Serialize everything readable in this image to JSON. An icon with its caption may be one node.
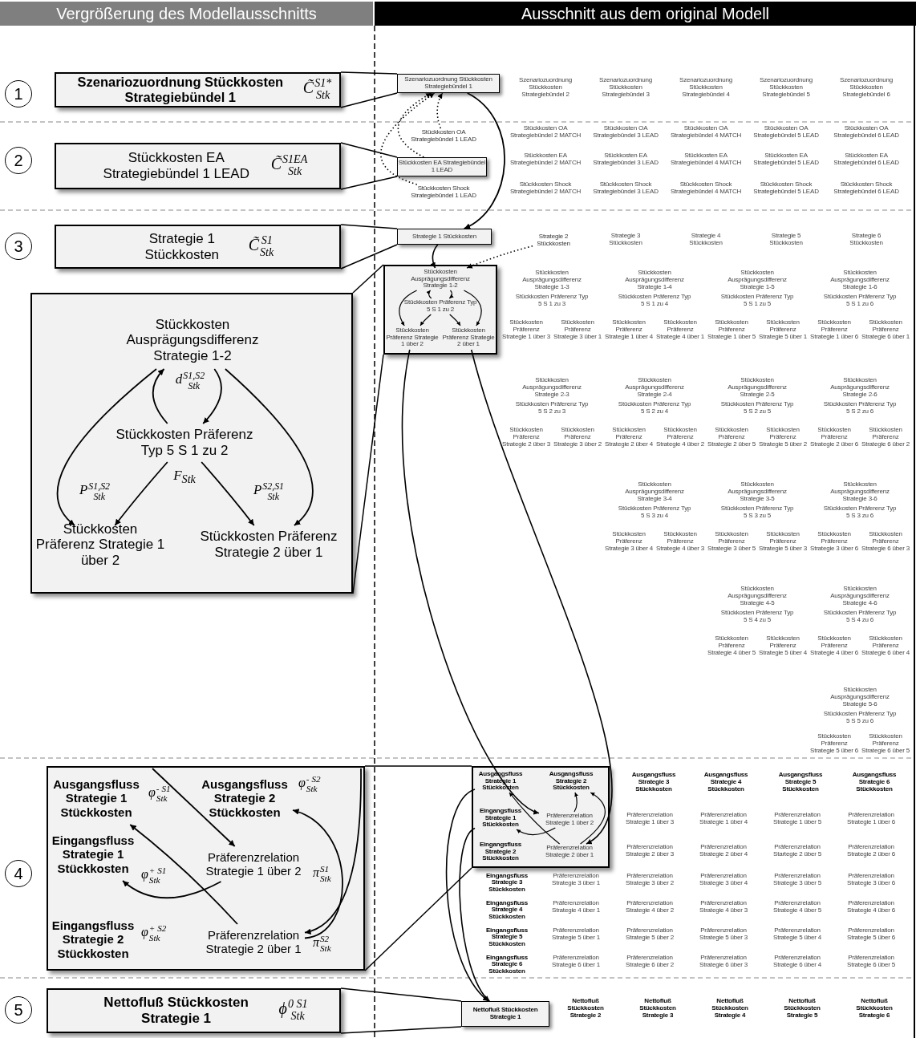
{
  "diagram": {
    "nodes": [
      {
        "text": [
          "1"
        ]
      },
      {
        "text": [
          "Szenariozuordnung Stückkosten Strategiebündel 1",
          "C̃$^{S1*}$$_{Stk}$"
        ]
      },
      {
        "text": [
          "Szenariozuordnung Stückkosten Strategiebündel 1"
        ]
      },
      {
        "text": [
          "2"
        ]
      },
      {
        "text": [
          "Stückkosten EA Strategiebündel 1 LEAD",
          "C̃$^{S1EA}$$_{Stk}$"
        ]
      },
      {
        "text": [
          "Stückkosten OA Strategiebündel 1 LEAD"
        ]
      },
      {
        "text": [
          "Stückkosten EA Strategiebündel 1 LEAD"
        ]
      },
      {
        "text": [
          "Stückkosten Shock Strategiebündel 1 LEAD"
        ]
      },
      {
        "text": [
          "3"
        ]
      },
      {
        "text": [
          "Strategie 1 Stückkosten",
          "C̃$^{S1}$$_{Stk}$"
        ]
      },
      {
        "text": [
          "Strategie 1 Stückkosten"
        ]
      },
      {
        "text": [
          "Strategie 2 Stückkosten"
        ]
      },
      {
        "text": [],
        "shape": "box"
      },
      {
        "text": [
          "Stückkosten Ausprägungsdifferenz Strategie 1-2"
        ],
        "in": 12
      },
      {
        "text": [
          "Stückkosten Präferenz Typ 5 S 1 zu 2"
        ],
        "in": 12
      },
      {
        "text": [
          "Stückkosten Präferenz Strategie 1 über 2"
        ],
        "in": 12
      },
      {
        "text": [
          "Stückkosten Präferenz Strategie 2 über 1"
        ],
        "in": 12
      },
      {
        "text": [],
        "shape": "box"
      },
      {
        "text": [
          "Stückkosten Ausprägungsdifferenz Strategie 1-2"
        ],
        "in": 17
      },
      {
        "text": [
          "Stückkosten Präferenz Typ 5 S 1 zu 2"
        ],
        "in": 17
      },
      {
        "text": [
          "Stückkosten Präferenz Strategie 1 über 2"
        ],
        "in": 17
      },
      {
        "text": [
          "Stückkosten Präferenz Strategie 2 über 1"
        ],
        "in": 17
      },
      {
        "text": [
          "4"
        ]
      },
      {
        "text": [],
        "shape": "box"
      },
      {
        "text": [
          "Ausgangsfluss Strategie 1 Stückkosten"
        ],
        "in": 23,
        "beside": [
          "φ$^{- S1}$$_{Stk}$"
        ]
      },
      {
        "text": [
          "Ausgangsfluss Strategie 2 Stückkosten"
        ],
        "in": 23,
        "beside": [
          "φ$^{- S2}$$_{Stk}$"
        ]
      },
      {
        "text": [
          "Eingangsfluss Strategie 1 Stückkosten"
        ],
        "in": 23,
        "beside": [
          "φ$^{+ S1}$$_{Stk}$"
        ]
      },
      {
        "text": [
          "Präferenzrelation Strategie 1 über 2"
        ],
        "in": 23,
        "beside": [
          "π$^{S1}$$_{Stk}$"
        ]
      },
      {
        "text": [
          "Eingangsfluss Strategie 2 Stückkosten"
        ],
        "in": 23,
        "beside": [
          "φ$^{+ S2}$$_{Stk}$"
        ]
      },
      {
        "text": [
          "Präferenzrelation Strategie 2 über 1"
        ],
        "in": 23,
        "beside": [
          "π$^{S2}$$_{Stk}$"
        ]
      },
      {
        "text": [],
        "shape": "box"
      },
      {
        "text": [
          "Ausgangsfluss Strategie 1 Stückkosten"
        ],
        "in": 30
      },
      {
        "text": [
          "Ausgangsfluss Strategie 2 Stückkosten"
        ],
        "in": 30
      },
      {
        "text": [
          "Eingangsfluss Strategie 1 Stückkosten"
        ],
        "in": 30
      },
      {
        "text": [
          "Präferenzrelation Strategie 1 über 2"
        ],
        "in": 30
      },
      {
        "text": [
          "Eingangsfluss Strategie 2 Stückkosten"
        ],
        "in": 30
      },
      {
        "text": [
          "Präferenzrelation Strategie 2 über 1"
        ],
        "in": 30
      },
      {
        "text": [
          "5"
        ]
      },
      {
        "text": [
          "Nettofluß Stückkosten Strategie 1",
          "ϕ$^{0 S1}$$_{Stk}$"
        ]
      },
      {
        "text": [
          "Nettofluß Stückkosten Strategie 1"
        ]
      }
    ],
    "edges": [
      {
        "from": 1,
        "to": 2,
        "arrow": "none"
      },
      {
        "from": 1,
        "to": 2,
        "arrow": "none"
      },
      {
        "from": 4,
        "to": 6,
        "arrow": "none"
      },
      {
        "from": 4,
        "to": 6,
        "arrow": "none"
      },
      {
        "from": 9,
        "to": 10,
        "arrow": "none"
      },
      {
        "from": 9,
        "to": 10,
        "arrow": "none"
      },
      {
        "from": 12,
        "to": 17,
        "arrow": "none"
      },
      {
        "from": 12,
        "to": 17,
        "arrow": "none"
      },
      {
        "from": 23,
        "to": 30,
        "arrow": "none"
      },
      {
        "from": 23,
        "to": 30,
        "arrow": "none"
      },
      {
        "from": 38,
        "to": 39,
        "arrow": "none"
      },
      {
        "from": 38,
        "to": 39,
        "arrow": "none"
      },
      {
        "from": 5,
        "to": 2,
        "arrow": "to",
        "style": "dashed"
      },
      {
        "from": 6,
        "to": 2,
        "arrow": "to",
        "style": "dashed"
      },
      {
        "from": 7,
        "to": 2,
        "arrow": "to",
        "style": "dashed"
      },
      {
        "from": 2,
        "to": 10,
        "arrow": "to"
      },
      {
        "from": 10,
        "to": 18,
        "arrow": "to"
      },
      {
        "from": 11,
        "to": 18,
        "arrow": "to",
        "style": "dashed"
      },
      {
        "from": 18,
        "to": 20,
        "arrow": "to"
      },
      {
        "from": 18,
        "to": 21,
        "arrow": "to"
      },
      {
        "from": 19,
        "to": 18,
        "arrow": "to"
      },
      {
        "from": 18,
        "to": 19,
        "arrow": "to"
      },
      {
        "from": 19,
        "to": 20,
        "arrow": "to"
      },
      {
        "from": 19,
        "to": 21,
        "arrow": "to"
      },
      {
        "from": 13,
        "to": 15,
        "arrow": "to"
      },
      {
        "from": 13,
        "to": 16,
        "arrow": "to"
      },
      {
        "from": 14,
        "to": 13,
        "arrow": "to"
      },
      {
        "from": 13,
        "to": 14,
        "arrow": "to"
      },
      {
        "from": 14,
        "to": 15,
        "arrow": "to"
      },
      {
        "from": 14,
        "to": 16,
        "arrow": "to"
      },
      {
        "from": 20,
        "to": 34,
        "arrow": "to"
      },
      {
        "from": 21,
        "to": 36,
        "arrow": "to"
      },
      {
        "from": null,
        "to": 27,
        "arrow": "to"
      },
      {
        "from": null,
        "to": 29,
        "arrow": "to"
      },
      {
        "from": 29,
        "to": 24,
        "arrow": "to"
      },
      {
        "from": 27,
        "to": 26,
        "arrow": "to"
      },
      {
        "from": 29,
        "to": 25,
        "arrow": "to"
      },
      {
        "from": 36,
        "to": 31,
        "arrow": "to"
      },
      {
        "from": 34,
        "to": 33,
        "arrow": "to"
      },
      {
        "from": 36,
        "to": 32,
        "arrow": "to"
      },
      {
        "from": 34,
        "to": 32,
        "arrow": "to"
      },
      {
        "from": 31,
        "to": 39,
        "arrow": "to"
      },
      {
        "from": 33,
        "to": 39,
        "arrow": "to"
      }
    ],
    "labels": [
      "Vergrößerung des Modellausschnitts",
      "Ausschnitt aus dem original Modell",
      "d$^{S1,S2}$$_{Stk}$",
      "F$_{Stk}$",
      "P$^{S1,S2}$$_{Stk}$",
      "P$^{S2,S1}$$_{Stk}$",
      "Szenariozuordnung Stückkosten Strategiebündel 2",
      "Szenariozuordnung Stückkosten Strategiebündel 3",
      "Szenariozuordnung Stückkosten Strategiebündel 4",
      "Szenariozuordnung Stückkosten Strategiebündel 5",
      "Szenariozuordnung Stückkosten Strategiebündel 6",
      "Stückkosten OA Strategiebündel 2 MATCH",
      "Stückkosten OA Strategiebündel 3 LEAD",
      "Stückkosten OA Strategiebündel 4 MATCH",
      "Stückkosten OA Strategiebündel 5 LEAD",
      "Stückkosten OA Strategiebündel 6 LEAD",
      "Stückkosten EA Strategiebündel 2 MATCH",
      "Stückkosten EA Strategiebündel 3 LEAD",
      "Stückkosten EA Strategiebündel 4 MATCH",
      "Stückkosten EA Strategiebündel 5 LEAD",
      "Stückkosten EA Strategiebündel 6 LEAD",
      "Stückkosten Shock Strategiebündel 2 MATCH",
      "Stückkosten Shock Strategiebündel 3 LEAD",
      "Stückkosten Shock Strategiebündel 4 MATCH",
      "Stückkosten Shock Strategiebündel 5 LEAD",
      "Stückkosten Shock Strategiebündel 6 LEAD",
      "Strategie 3 Stückkosten",
      "Strategie 4 Stückkosten",
      "Strategie 5 Stückkosten",
      "Strategie 6 Stückkosten",
      "Stückkosten Ausprägungsdifferenz Strategie 1-3",
      "Stückkosten Präferenz Typ 5 S 1 zu 3",
      "Stückkosten Präferenz Strategie 1 über 3",
      "Stückkosten Präferenz Strategie 3 über 1",
      "Stückkosten Ausprägungsdifferenz Strategie 1-4",
      "Stückkosten Präferenz Typ 5 S 1 zu 4",
      "Stückkosten Präferenz Strategie 1 über 4",
      "Stückkosten Präferenz Strategie 4 über 1",
      "Stückkosten Ausprägungsdifferenz Strategie 1-5",
      "Stückkosten Präferenz Typ 5 S 1 zu 5",
      "Stückkosten Präferenz Strategie 1 über 5",
      "Stückkosten Präferenz Strategie 5 über 1",
      "Stückkosten Ausprägungsdifferenz Strategie 1-6",
      "Stückkosten Präferenz Typ 5 S 1 zu 6",
      "Stückkosten Präferenz Strategie 1 über 6",
      "Stückkosten Präferenz Strategie 6 über 1",
      "Stückkosten Ausprägungsdifferenz Strategie 2-3",
      "Stückkosten Präferenz Typ 5 S 2 zu 3",
      "Stückkosten Präferenz Strategie 2 über 3",
      "Stückkosten Präferenz Strategie 3 über 2",
      "Stückkosten Ausprägungsdifferenz Strategie 2-4",
      "Stückkosten Präferenz Typ 5 S 2 zu 4",
      "Stückkosten Präferenz Strategie 2 über 4",
      "Stückkosten Präferenz Strategie 4 über 2",
      "Stückkosten Ausprägungsdifferenz Strategie 2-5",
      "Stückkosten Präferenz Typ 5 S 2 zu 5",
      "Stückkosten Präferenz Strategie 2 über 5",
      "Stückkosten Präferenz Strategie 5 über 2",
      "Stückkosten Ausprägungsdifferenz Strategie 2-6",
      "Stückkosten Präferenz Typ 5 S 2 zu 6",
      "Stückkosten Präferenz Strategie 2 über 6",
      "Stückkosten Präferenz Strategie 6 über 2",
      "Stückkosten Ausprägungsdifferenz Strategie 3-4",
      "Stückkosten Präferenz Typ 5 S 3 zu 4",
      "Stückkosten Präferenz Strategie 3 über 4",
      "Stückkosten Präferenz Strategie 4 über 3",
      "Stückkosten Ausprägungsdifferenz Strategie 3-5",
      "Stückkosten Präferenz Typ 5 S 3 zu 5",
      "Stückkosten Präferenz Strategie 3 über 5",
      "Stückkosten Präferenz Strategie 5 über 3",
      "Stückkosten Ausprägungsdifferenz Strategie 3-6",
      "Stückkosten Präferenz Typ 5 S 3 zu 6",
      "Stückkosten Präferenz Strategie 3 über 6",
      "Stückkosten Präferenz Strategie 6 über 3",
      "Stückkosten Ausprägungsdifferenz Strategie 4-5",
      "Stückkosten Präferenz Typ 5 S 4 zu 5",
      "Stückkosten Präferenz Strategie 4 über 5",
      "Stückkosten Präferenz Strategie 5 über 4",
      "Stückkosten Ausprägungsdifferenz Strategie 4-6",
      "Stückkosten Präferenz Typ 5 S 4 zu 6",
      "Stückkosten Präferenz Strategie 4 über 6",
      "Stückkosten Präferenz Strategie 6 über 4",
      "Stückkosten Ausprägungsdifferenz Strategie 5-6",
      "Stückkosten Präferenz Typ 5 S 5 zu 6",
      "Stückkosten Präferenz Strategie 5 über 6",
      "Stückkosten Präferenz Strategie 6 über 5",
      "Ausgangsfluss Strategie 3 Stückkosten",
      "Ausgangsfluss Strategie 4 Stückkosten",
      "Ausgangsfluss Strategie 5 Stückkosten",
      "Ausgangsfluss Strategie 6 Stückkosten",
      "Präferenzrelation Strategie 1 über 3",
      "Präferenzrelation Strategie 1 über 4",
      "Präferenzrelation Strategie 1 über 5",
      "Präferenzrelation Strategie 1 über 6",
      "Präferenzrelation Strategie 2 über 3",
      "Präferenzrelation Strategie 2 über 4",
      "Präferenzrelation Startegie 2 über 5",
      "Präferenzrelation Strategie 2 über 6",
      "Eingangsfluss Strategie 3 Stückkosten",
      "Präferenzrelation Strategie 3 über 1",
      "Präferenzrelation Strategie 3 über 2",
      "Präferenzrelation Strategie 3 über 4",
      "Präferenzrelation Strategie 3 über 5",
      "Präferenzrelation Strategie 3 über 6",
      "Eingangsfluss Strategie 4 Stückkosten",
      "Präferenzrelation Strategie 4 über 1",
      "Präferenzrelation Strategie 4 über 2",
      "Präferenzrelation Strategie 4 über 3",
      "Präferenzrelation Strategie 4 über 5",
      "Präferenzrelation Strategie 4 über 6",
      "Eingangsfluss Strategie 5 Stückkosten",
      "Präferenzrelation Strategie 5 über 1",
      "Präferenzrelation Strategie 5 über 2",
      "Präferenzrelation Strategie 5 über 3",
      "Präferenzrelation Strategie 5 über 4",
      "Präferenzrelation Strategie 5 über 6",
      "Eingangsfluss Strategie 6 Stückkosten",
      "Präferenzrelation Strategie 6 über 1",
      "Präferenzrelation Strategie 6 über 2",
      "Präferenzrelation Strategie 6 über 3",
      "Präferenzrelation Strategie 6 über 4",
      "Präferenzrelation Strategie 6 über 5",
      "Nettofluß Stückkosten Strategie 2",
      "Nettofluß Stückkosten Strategie 3",
      "Nettofluß Stückkosten Strategie 4",
      "Nettofluß Stückkosten Strategie 5",
      "Nettofluß Stückkosten Strategie 6"
    ]
  }
}
